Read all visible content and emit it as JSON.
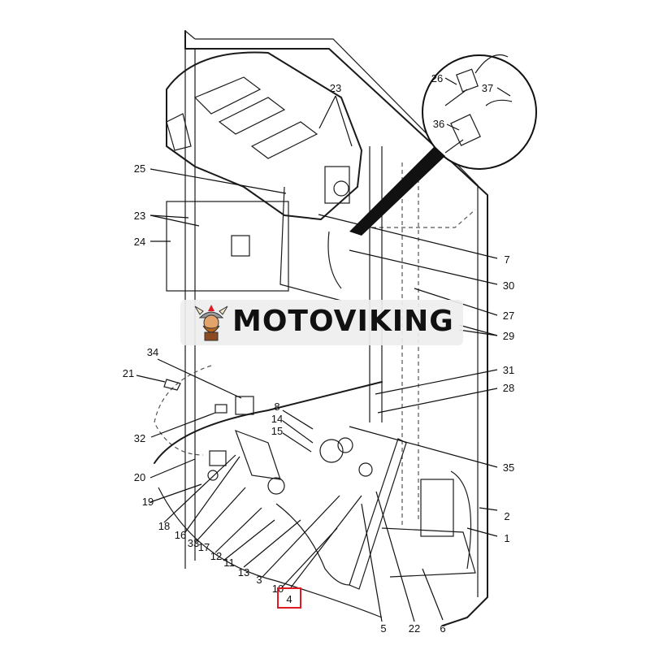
{
  "brand": {
    "name": "MOTOVIKING",
    "accent": "#e01a22"
  },
  "callouts": [
    {
      "id": "c23a",
      "text": "23"
    },
    {
      "id": "c25",
      "text": "25"
    },
    {
      "id": "c23b",
      "text": "23"
    },
    {
      "id": "c24",
      "text": "24"
    },
    {
      "id": "c26",
      "text": "26"
    },
    {
      "id": "c37",
      "text": "37"
    },
    {
      "id": "c36",
      "text": "36"
    },
    {
      "id": "c7",
      "text": "7"
    },
    {
      "id": "c30",
      "text": "30"
    },
    {
      "id": "c27",
      "text": "27"
    },
    {
      "id": "c29",
      "text": "29"
    },
    {
      "id": "c34",
      "text": "34"
    },
    {
      "id": "c21",
      "text": "21"
    },
    {
      "id": "c31",
      "text": "31"
    },
    {
      "id": "c28",
      "text": "28"
    },
    {
      "id": "c8",
      "text": "8"
    },
    {
      "id": "c14",
      "text": "14"
    },
    {
      "id": "c15",
      "text": "15"
    },
    {
      "id": "c32",
      "text": "32"
    },
    {
      "id": "c35",
      "text": "35"
    },
    {
      "id": "c20",
      "text": "20"
    },
    {
      "id": "c19",
      "text": "19"
    },
    {
      "id": "c2",
      "text": "2"
    },
    {
      "id": "c1",
      "text": "1"
    },
    {
      "id": "c18",
      "text": "18"
    },
    {
      "id": "c16",
      "text": "16"
    },
    {
      "id": "c33",
      "text": "33"
    },
    {
      "id": "c17",
      "text": "17"
    },
    {
      "id": "c12",
      "text": "12"
    },
    {
      "id": "c11",
      "text": "11"
    },
    {
      "id": "c13",
      "text": "13"
    },
    {
      "id": "c3",
      "text": "3"
    },
    {
      "id": "c10",
      "text": "10"
    },
    {
      "id": "c4",
      "text": "4"
    },
    {
      "id": "c5",
      "text": "5"
    },
    {
      "id": "c22",
      "text": "22"
    },
    {
      "id": "c6",
      "text": "6"
    }
  ]
}
